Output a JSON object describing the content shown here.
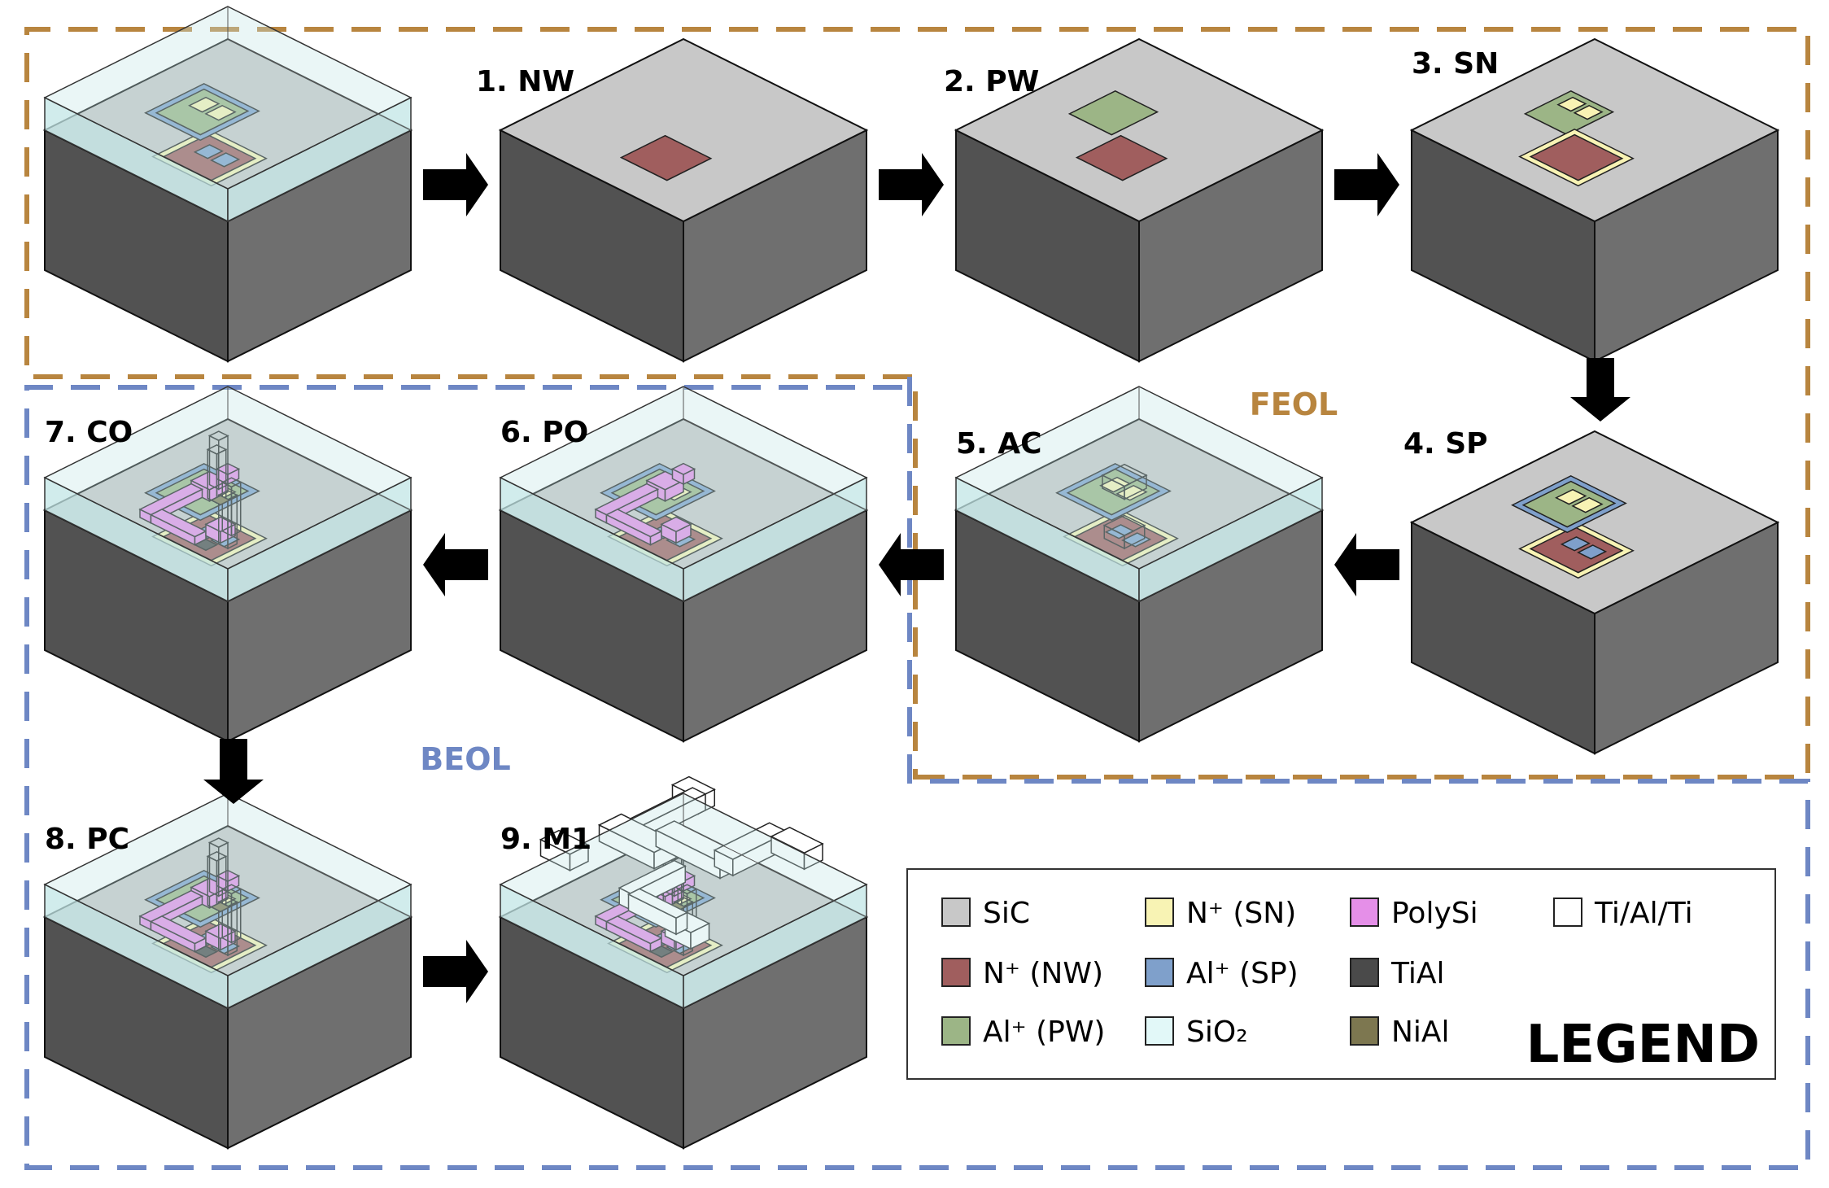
{
  "regions": {
    "feol": {
      "label": "FEOL",
      "color": "#B8853F"
    },
    "beol": {
      "label": "BEOL",
      "color": "#6E87C4"
    }
  },
  "steps": [
    {
      "label": ""
    },
    {
      "label": "1. NW"
    },
    {
      "label": "2. PW"
    },
    {
      "label": "3. SN"
    },
    {
      "label": "4. SP"
    },
    {
      "label": "5. AC"
    },
    {
      "label": "6. PO"
    },
    {
      "label": "7. CO"
    },
    {
      "label": "8. PC"
    },
    {
      "label": "9. M1"
    }
  ],
  "legend": {
    "title": "LEGEND",
    "items": [
      {
        "label": "SiC",
        "color": "#C8C8C8"
      },
      {
        "label": "N⁺ (NW)",
        "color": "#A05E5E"
      },
      {
        "label": "Al⁺ (PW)",
        "color": "#9CB586"
      },
      {
        "label": "N⁺ (SN)",
        "color": "#F8F3B4"
      },
      {
        "label": "Al⁺ (SP)",
        "color": "#7FA0CB"
      },
      {
        "label": "SiO₂",
        "color": "#E2F8F8"
      },
      {
        "label": "PolySi",
        "color": "#E58FE8"
      },
      {
        "label": "TiAl",
        "color": "#4A4A4A"
      },
      {
        "label": "NiAl",
        "color": "#7D7750"
      },
      {
        "label": "Ti/Al/Ti",
        "color": "#FFFFFF"
      }
    ]
  },
  "colors": {
    "sic_top": "#C8C8C8",
    "sic_left": "#525252",
    "sic_right": "#6F6F6F",
    "oxide_fill": "#C2E6E6",
    "oxide_top": "#C3DADA",
    "arrow": "#000000"
  }
}
